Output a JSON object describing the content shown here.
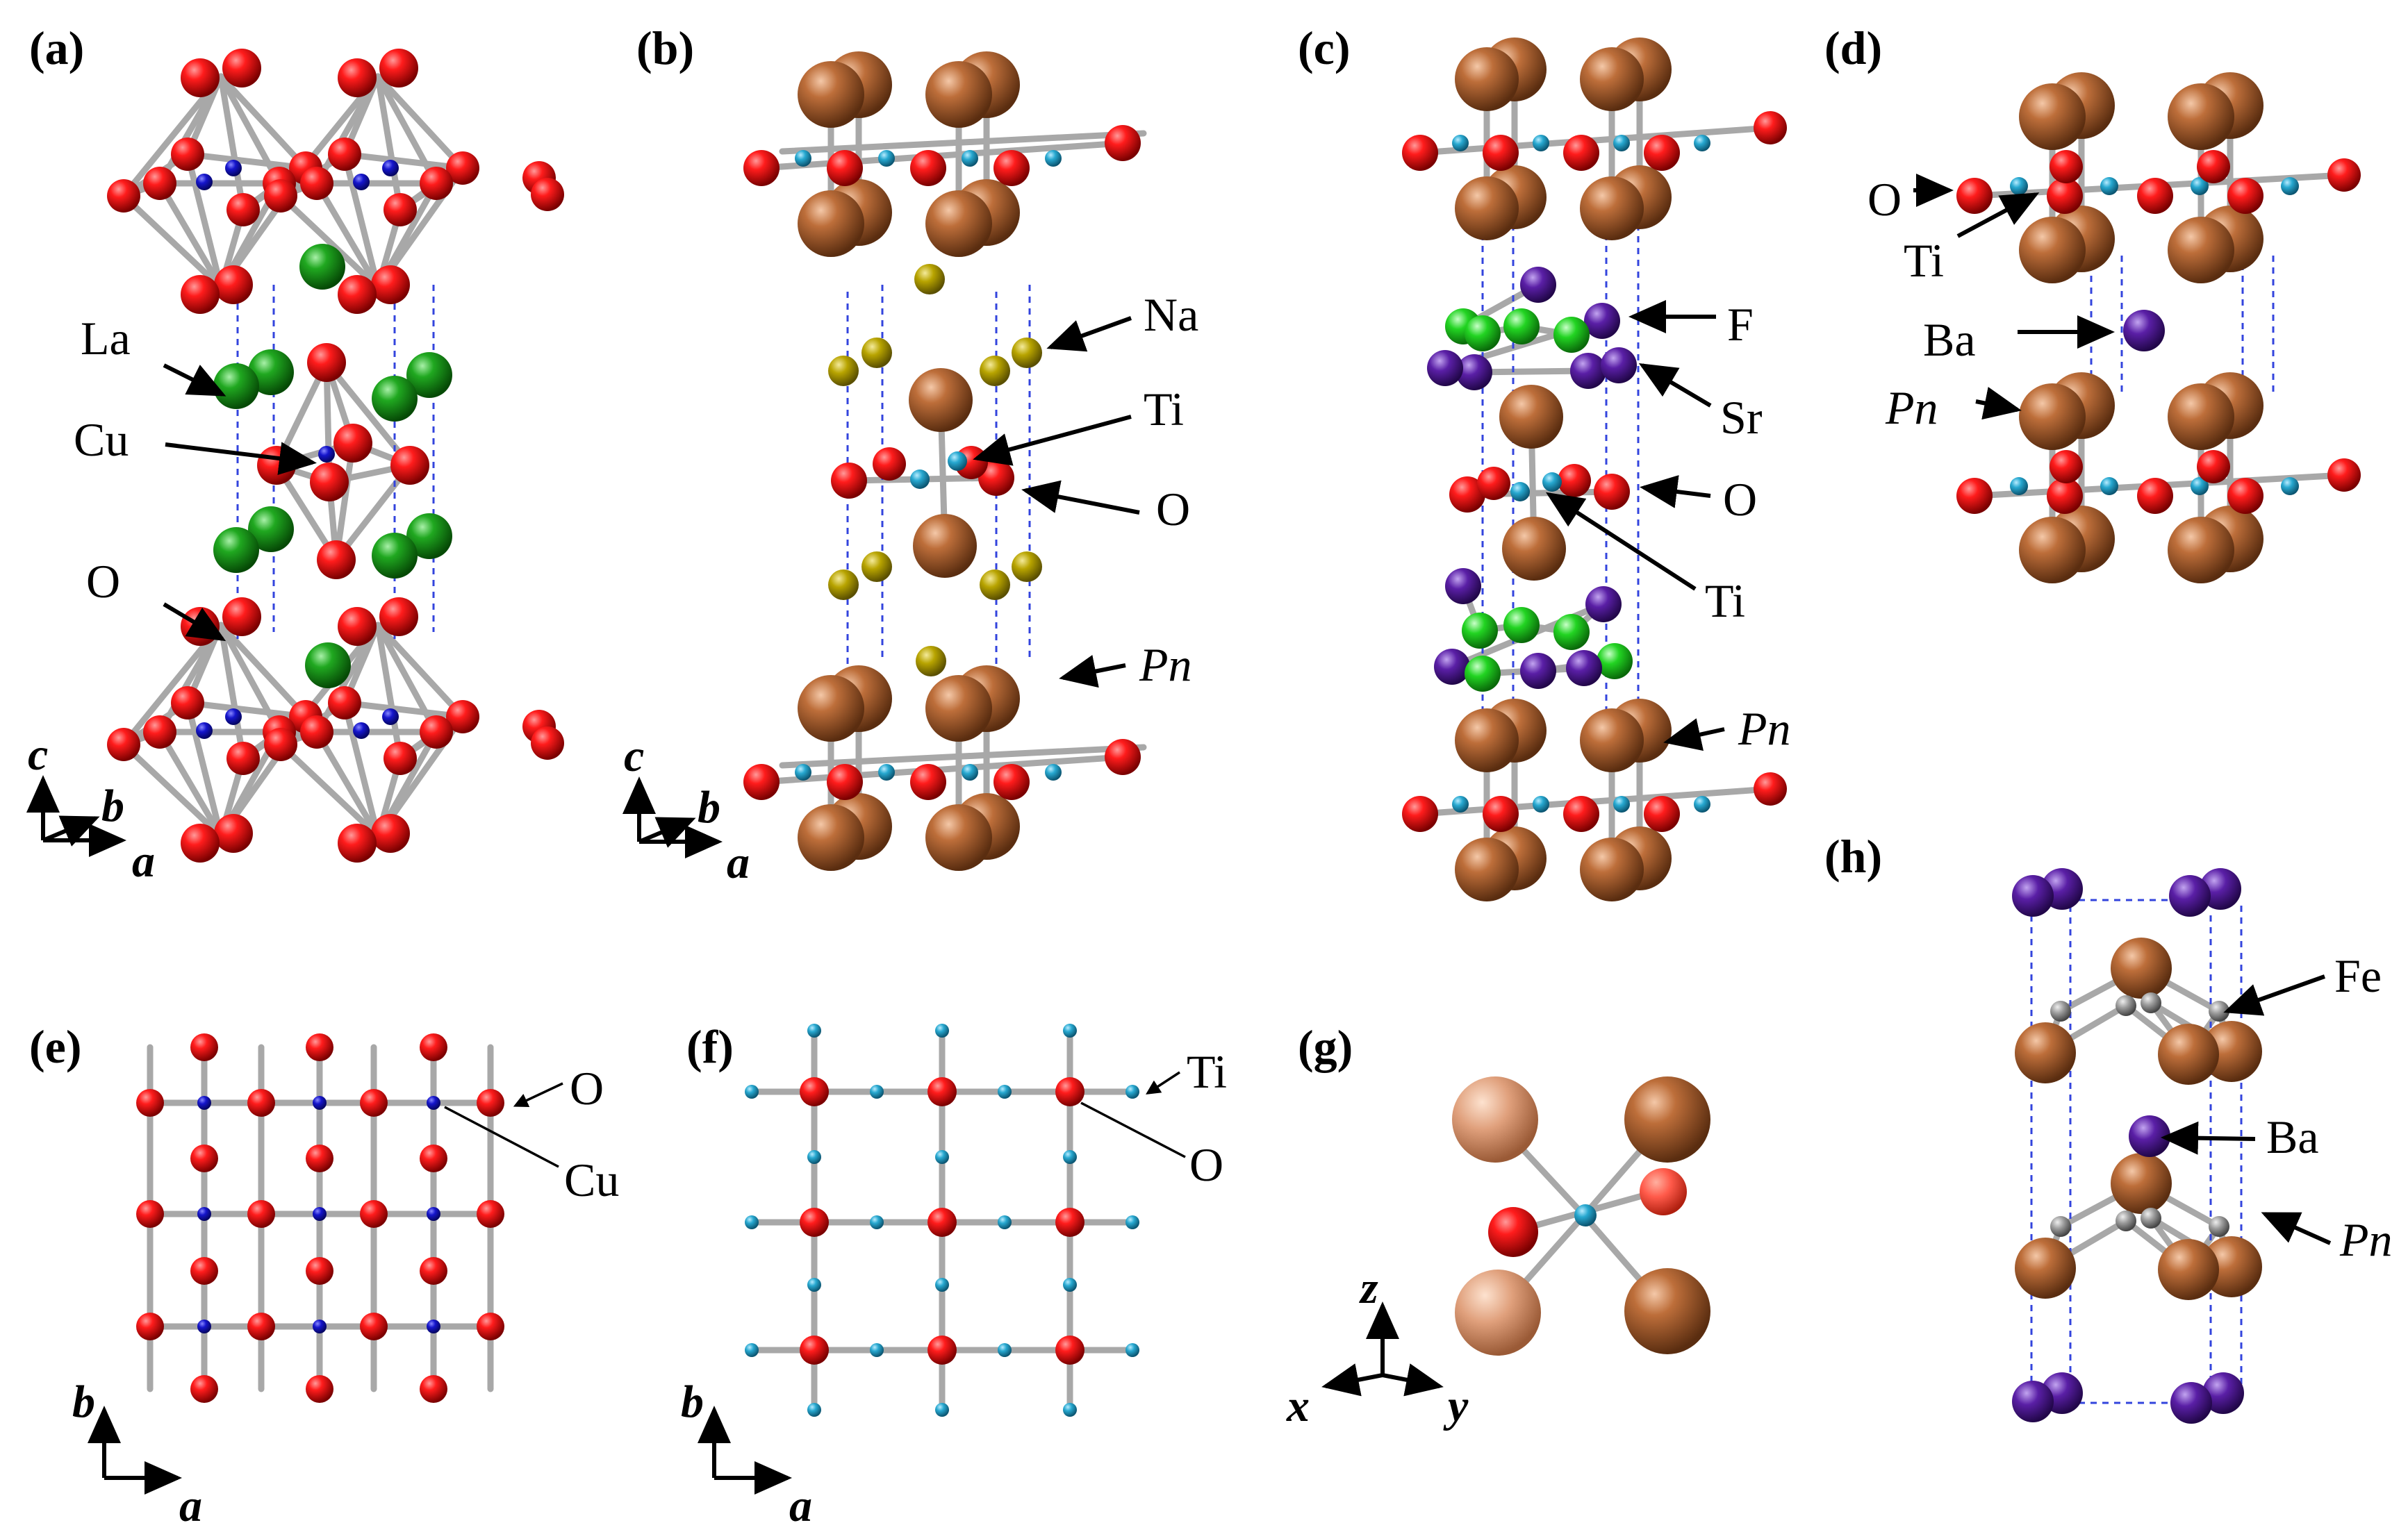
{
  "panels": [
    {
      "id": "a",
      "label": "(a)"
    },
    {
      "id": "b",
      "label": "(b)"
    },
    {
      "id": "c",
      "label": "(c)"
    },
    {
      "id": "d",
      "label": "(d)"
    },
    {
      "id": "e",
      "label": "(e)"
    },
    {
      "id": "f",
      "label": "(f)"
    },
    {
      "id": "g",
      "label": "(g)"
    },
    {
      "id": "h",
      "label": "(h)"
    }
  ],
  "labels": {
    "a": {
      "la": "La",
      "cu": "Cu",
      "o": "O"
    },
    "b": {
      "na": "Na",
      "ti": "Ti",
      "o": "O",
      "pn": "Pn"
    },
    "c": {
      "f": "F",
      "sr": "Sr",
      "o": "O",
      "ti": "Ti",
      "pn": "Pn"
    },
    "d": {
      "o": "O",
      "ti": "Ti",
      "ba": "Ba",
      "pn": "Pn"
    },
    "e": {
      "o": "O",
      "cu": "Cu"
    },
    "f": {
      "ti": "Ti",
      "o": "O"
    },
    "h": {
      "fe": "Fe",
      "ba": "Ba",
      "pn": "Pn"
    }
  },
  "axes": {
    "abc": {
      "c": "c",
      "b": "b",
      "a": "a"
    },
    "ab": {
      "b": "b",
      "a": "a"
    },
    "xyz": {
      "z": "z",
      "x": "x",
      "y": "y"
    }
  },
  "colors": {
    "O": "#dd0000",
    "Cu": "#1010b8",
    "La": "#159a15",
    "Ti": "#25a6cc",
    "Na": "#b3a000",
    "Pn": "#b86a36",
    "F": "#22d422",
    "Sr": "#5a1fa6",
    "Ba": "#5a1fa6",
    "Fe": "#8c8c8c"
  }
}
